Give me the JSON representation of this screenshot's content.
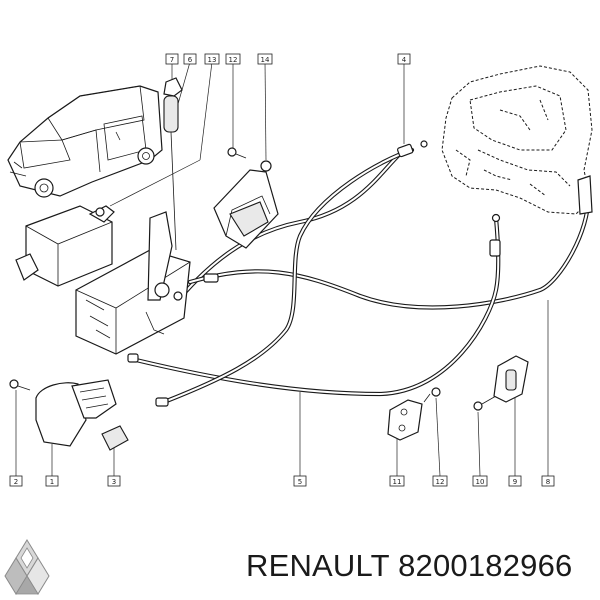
{
  "caption": {
    "brand": "RENAULT",
    "part_number": "8200182966"
  },
  "callouts": [
    {
      "id": "c7",
      "label": "7"
    },
    {
      "id": "c6",
      "label": "6"
    },
    {
      "id": "c13",
      "label": "13"
    },
    {
      "id": "c12a",
      "label": "12"
    },
    {
      "id": "c14",
      "label": "14"
    },
    {
      "id": "c4",
      "label": "4"
    },
    {
      "id": "c2",
      "label": "2"
    },
    {
      "id": "c1",
      "label": "1"
    },
    {
      "id": "c3",
      "label": "3"
    },
    {
      "id": "c5",
      "label": "5"
    },
    {
      "id": "c11",
      "label": "11"
    },
    {
      "id": "c12b",
      "label": "12"
    },
    {
      "id": "c10",
      "label": "10"
    },
    {
      "id": "c9",
      "label": "9"
    },
    {
      "id": "c8",
      "label": "8"
    }
  ],
  "colors": {
    "ink": "#1a1a1a",
    "logo_light": "#d8d8d8",
    "logo_dark": "#8a8a8a"
  },
  "logo_icon": "renault-diamond-logo"
}
